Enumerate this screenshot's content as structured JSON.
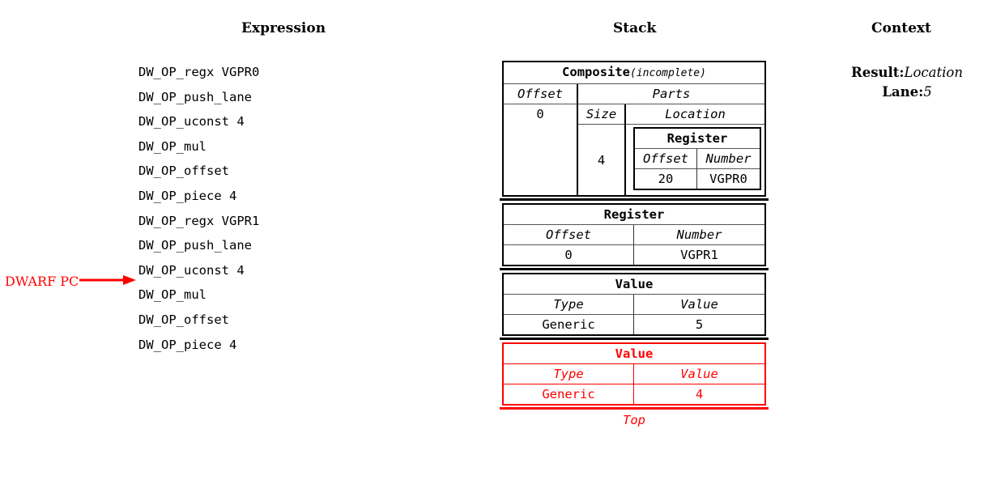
{
  "headers": {
    "expression": "Expression",
    "stack": "Stack",
    "context": "Context"
  },
  "expression": {
    "lines": [
      "DW_OP_regx VGPR0",
      "DW_OP_push_lane",
      "DW_OP_uconst 4",
      "DW_OP_mul",
      "DW_OP_offset",
      "DW_OP_piece 4",
      "DW_OP_regx VGPR1",
      "DW_OP_push_lane",
      "DW_OP_uconst 4",
      "DW_OP_mul",
      "DW_OP_offset",
      "DW_OP_piece 4"
    ],
    "pc_marker": {
      "label": "DWARF PC",
      "points_to_line_index": 9,
      "color": "#ff0000"
    }
  },
  "stack": {
    "top_caption": "Top",
    "entries": [
      {
        "kind": "composite",
        "title": "Composite",
        "title_suffix": "(incomplete)",
        "offset_header": "Offset",
        "offset_value": "0",
        "parts_header": "Parts",
        "size_header": "Size",
        "location_header": "Location",
        "size_value": "4",
        "nested": {
          "title": "Register",
          "headers": [
            "Offset",
            "Number"
          ],
          "values": [
            "20",
            "VGPR0"
          ]
        },
        "color": "#000000"
      },
      {
        "kind": "register",
        "title": "Register",
        "headers": [
          "Offset",
          "Number"
        ],
        "values": [
          "0",
          "VGPR1"
        ],
        "color": "#000000"
      },
      {
        "kind": "value",
        "title": "Value",
        "headers": [
          "Type",
          "Value"
        ],
        "values": [
          "Generic",
          "5"
        ],
        "color": "#000000"
      },
      {
        "kind": "value",
        "title": "Value",
        "headers": [
          "Type",
          "Value"
        ],
        "values": [
          "Generic",
          "4"
        ],
        "color": "#ff0000",
        "highlighted": true
      }
    ]
  },
  "context": {
    "result_label": "Result:",
    "result_value": "Location",
    "lane_label": "Lane:",
    "lane_value": "5"
  }
}
